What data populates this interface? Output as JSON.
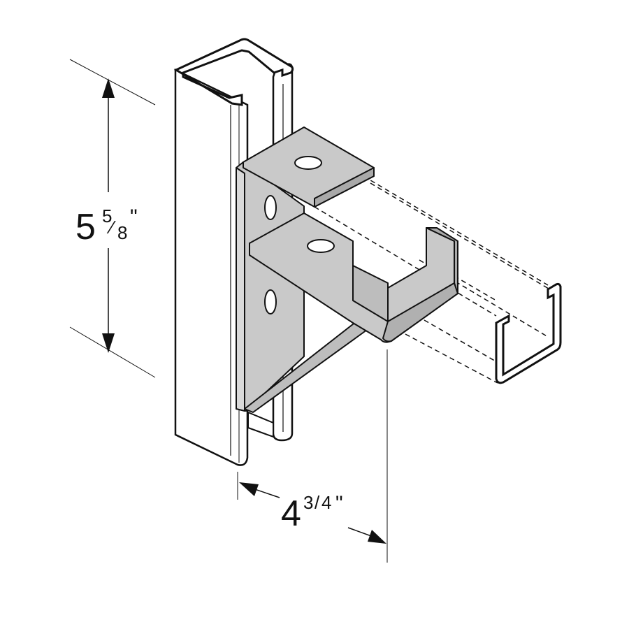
{
  "dimensions": {
    "height": {
      "whole": "5",
      "numerator": "5",
      "denominator": "8",
      "unit": "\""
    },
    "depth": {
      "whole": "4",
      "numerator": "3",
      "denominator": "4",
      "unit": "\""
    }
  },
  "colors": {
    "line": "#111111",
    "bracket_fill": "#c9c9c9",
    "channel_fill": "#ffffff",
    "hole_fill": "#ffffff"
  }
}
